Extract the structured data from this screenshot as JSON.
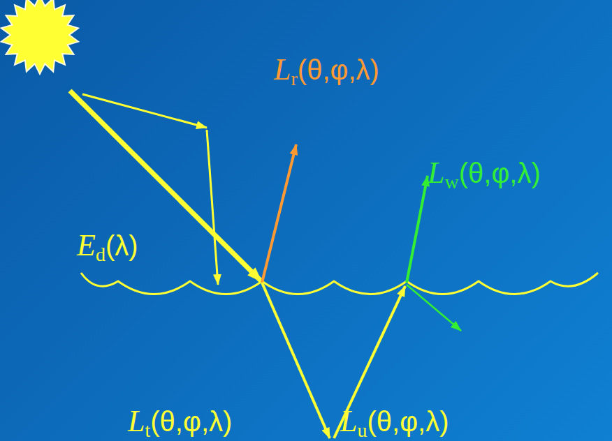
{
  "diagram": {
    "labels": [
      "L",
      "r",
      "(θ,φ,λ)",
      "L",
      "w",
      "(θ,φ,λ)",
      "E",
      "d",
      "(λ)",
      "L",
      "t",
      "(θ,φ,λ)",
      "L",
      "u",
      "(θ,φ,λ)"
    ]
  }
}
